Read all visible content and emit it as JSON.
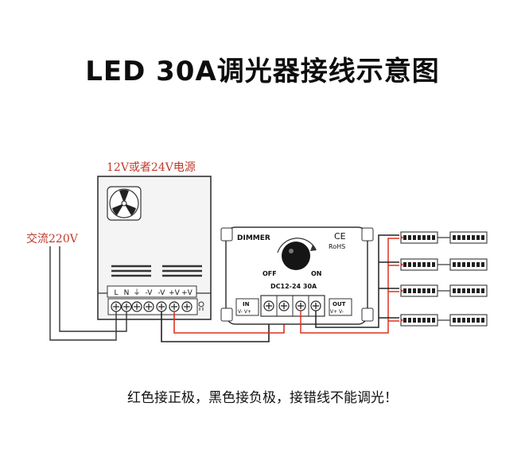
{
  "title": "LED 30A调光器接线示意图",
  "footer_note": "红色接正极，黑色接负极，接错线不能调光！",
  "labels": {
    "power_supply": "12V或者24V电源",
    "ac_input": "交流220V"
  },
  "colors": {
    "label_red": "#c0392b",
    "wire_red": "#e0301e",
    "wire_black": "#222222",
    "strip_chip": "#222222"
  },
  "psu": {
    "terminal_labels": [
      "L",
      "N",
      "⏚",
      "-V",
      "-V",
      "+V",
      "+V"
    ],
    "icons": [
      "fan-icon",
      "indicator-light-icon"
    ]
  },
  "dimmer": {
    "label": "DIMMER",
    "ce_mark": "CE",
    "rohs_mark": "RoHS",
    "off_label": "OFF",
    "on_label": "ON",
    "model_label": "DC12-24 30A",
    "in_label": "IN",
    "in_polarity": "V- V+",
    "out_label": "OUT",
    "out_polarity": "V+ V-"
  },
  "led_strips": {
    "rows": 4,
    "segments_per_row": 2
  }
}
